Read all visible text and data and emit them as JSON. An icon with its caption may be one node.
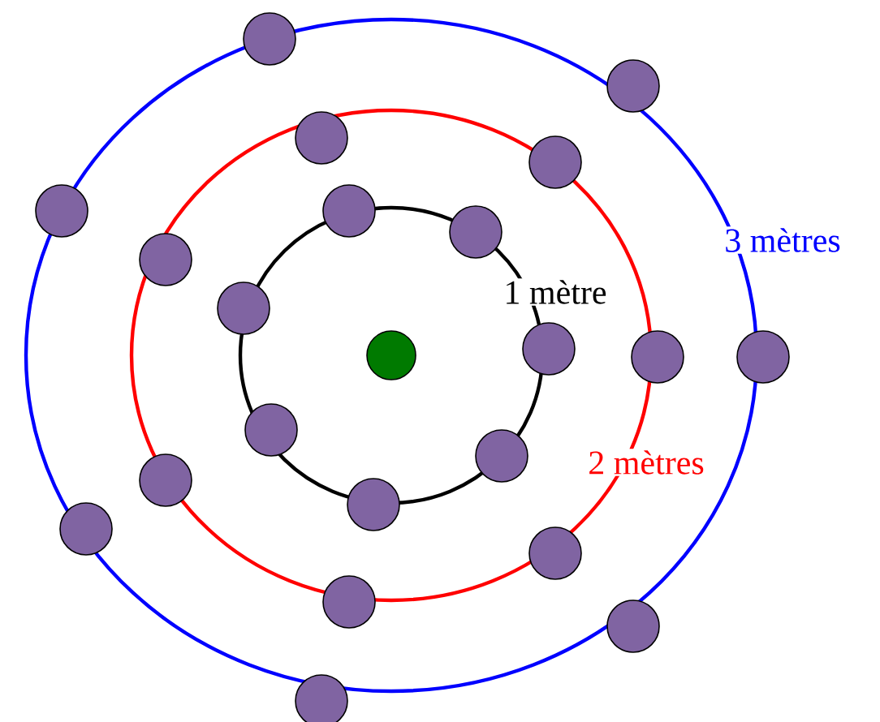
{
  "diagram": {
    "nodes": [
      {
        "text": [],
        "shape": "circle"
      },
      {
        "text": [],
        "shape": "circle"
      },
      {
        "text": [],
        "shape": "circle"
      },
      {
        "text": [],
        "shape": "circle"
      },
      {
        "text": [],
        "shape": "circle"
      },
      {
        "text": [],
        "shape": "circle"
      },
      {
        "text": [],
        "shape": "circle"
      },
      {
        "text": [],
        "shape": "circle"
      },
      {
        "text": [],
        "shape": "circle"
      },
      {
        "text": [],
        "shape": "circle"
      },
      {
        "text": [],
        "shape": "circle"
      },
      {
        "text": [],
        "shape": "circle"
      },
      {
        "text": [],
        "shape": "circle"
      },
      {
        "text": [],
        "shape": "circle"
      },
      {
        "text": [],
        "shape": "circle"
      },
      {
        "text": [],
        "shape": "circle"
      },
      {
        "text": [],
        "shape": "circle"
      },
      {
        "text": [],
        "shape": "circle"
      },
      {
        "text": [],
        "shape": "circle"
      },
      {
        "text": [],
        "shape": "circle"
      },
      {
        "text": [],
        "shape": "circle"
      },
      {
        "text": [],
        "shape": "circle"
      }
    ],
    "labels": [
      "3 mètres",
      "1 mètre",
      "2 mètres"
    ]
  }
}
